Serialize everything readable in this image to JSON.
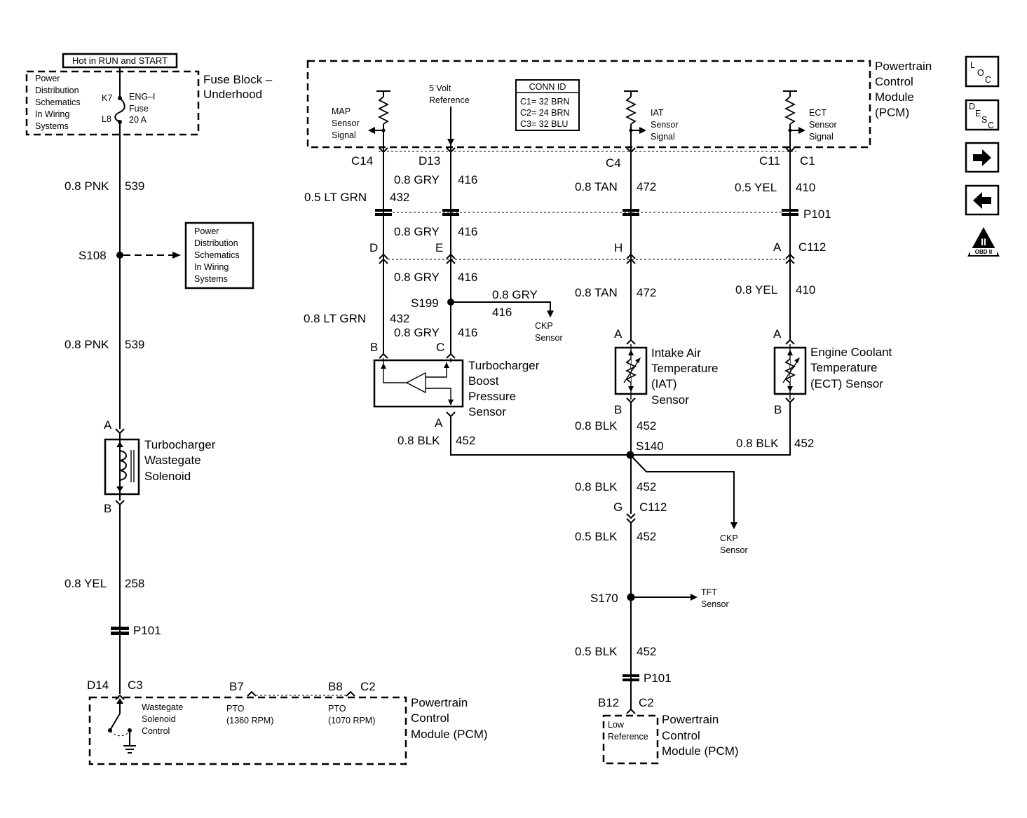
{
  "top_left": {
    "hot_label": "Hot in RUN and START",
    "fuse_block_ref": [
      "Power",
      "Distribution",
      "Schematics",
      "In Wiring",
      "Systems"
    ],
    "fuse_block_title": [
      "Fuse Block –",
      "Underhood"
    ],
    "fuse_pin_top": "K7",
    "fuse_pin_bottom": "L8",
    "fuse_name": [
      "ENG–I",
      "Fuse",
      "20 A"
    ]
  },
  "left_branch": {
    "wire1_color": "0.8 PNK",
    "wire1_circuit": "539",
    "splice": "S108",
    "splice_ref": [
      "Power",
      "Distribution",
      "Schematics",
      "In Wiring",
      "Systems"
    ],
    "wire2_color": "0.8 PNK",
    "wire2_circuit": "539",
    "solenoid_pin_a": "A",
    "solenoid_name": [
      "Turbocharger",
      "Wastegate",
      "Solenoid"
    ],
    "solenoid_pin_b": "B",
    "wire3_color": "0.8 YEL",
    "wire3_circuit": "258",
    "connector": "P101",
    "pcm_pin": "D14",
    "pcm_conn": "C3"
  },
  "pcm_top": {
    "title": [
      "Powertrain",
      "Control",
      "Module",
      "(PCM)"
    ],
    "map_label": [
      "MAP",
      "Sensor",
      "Signal"
    ],
    "ref_label": [
      "5 Volt",
      "Reference"
    ],
    "iat_label": [
      "IAT",
      "Sensor",
      "Signal"
    ],
    "ect_label": [
      "ECT",
      "Sensor",
      "Signal"
    ],
    "conn_id_title": "CONN ID",
    "conn_id_rows": [
      "C1= 32 BRN",
      "C2= 24 BRN",
      "C3= 32 BLU"
    ]
  },
  "boost": {
    "pin_top_1": "C14",
    "pin_top_2": "D13",
    "wire_ref_color": "0.8 GRY",
    "wire_ref_circuit": "416",
    "wire_sig_color": "0.5 LT GRN",
    "wire_sig_circuit": "432",
    "wire_ref2_color": "0.8 GRY",
    "wire_ref2_circuit": "416",
    "c112_pin_d": "D",
    "c112_pin_e": "E",
    "wire_ref3_color": "0.8 GRY",
    "wire_ref3_circuit": "416",
    "splice": "S199",
    "ckp_color": "0.8 GRY",
    "ckp_circuit": "416",
    "ckp_label": [
      "CKP",
      "Sensor"
    ],
    "wire_sig2_color": "0.8 LT GRN",
    "wire_sig2_circuit": "432",
    "wire_ref4_color": "0.8 GRY",
    "wire_ref4_circuit": "416",
    "sensor_pin_b": "B",
    "sensor_pin_c": "C",
    "sensor_name": [
      "Turbocharger",
      "Boost",
      "Pressure",
      "Sensor"
    ],
    "sensor_pin_a": "A",
    "ground_color": "0.8 BLK",
    "ground_circuit": "452"
  },
  "iat": {
    "pin_top": "C4",
    "wire1_color": "0.8 TAN",
    "wire1_circuit": "472",
    "c112_pin": "H",
    "wire2_color": "0.8 TAN",
    "wire2_circuit": "472",
    "sensor_pin_a": "A",
    "sensor_name": [
      "Intake Air",
      "Temperature",
      "(IAT)",
      "Sensor"
    ],
    "sensor_pin_b": "B",
    "ground_color": "0.8 BLK",
    "ground_circuit": "452",
    "splice": "S140"
  },
  "ect": {
    "pin_top": "C11",
    "pin_conn": "C1",
    "wire1_color": "0.5 YEL",
    "wire1_circuit": "410",
    "p101": "P101",
    "c112_pin": "A",
    "c112_label": "C112",
    "wire2_color": "0.8 YEL",
    "wire2_circuit": "410",
    "sensor_pin_a": "A",
    "sensor_name": [
      "Engine Coolant",
      "Temperature",
      "(ECT) Sensor"
    ],
    "sensor_pin_b": "B",
    "ground_color": "0.8 BLK",
    "ground_circuit": "452"
  },
  "ground_path": {
    "wire1_color": "0.8 BLK",
    "wire1_circuit": "452",
    "c112_pin": "G",
    "c112_label": "C112",
    "ckp_label": [
      "CKP",
      "Sensor"
    ],
    "wire2_color": "0.5 BLK",
    "wire2_circuit": "452",
    "splice": "S170",
    "tft_label": [
      "TFT",
      "Sensor"
    ],
    "wire3_color": "0.5 BLK",
    "wire3_circuit": "452",
    "p101": "P101",
    "pcm_pin": "B12",
    "pcm_conn": "C2",
    "low_ref": [
      "Low",
      "Reference"
    ],
    "pcm_title": [
      "Powertrain",
      "Control",
      "Module (PCM)"
    ]
  },
  "pcm_bottom": {
    "pin_b7": "B7",
    "pin_b8": "B8",
    "pin_conn": "C2",
    "wastegate_label": [
      "Wastegate",
      "Solenoid",
      "Control"
    ],
    "pto1": [
      "PTO",
      "(1360 RPM)"
    ],
    "pto2": [
      "PTO",
      "(1070 RPM)"
    ],
    "title": [
      "Powertrain",
      "Control",
      "Module (PCM)"
    ]
  },
  "nav_icons": {
    "loc": [
      "L",
      "O",
      "C"
    ],
    "desc": [
      "D",
      "E",
      "S",
      "C"
    ],
    "obd": [
      "II",
      "OBD II"
    ]
  }
}
